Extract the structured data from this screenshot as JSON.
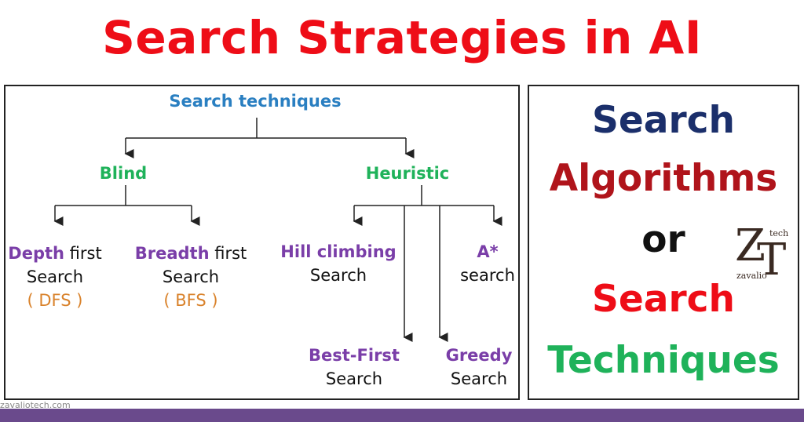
{
  "title": "Search Strategies in AI",
  "diagram": {
    "root": "Search techniques",
    "blind": "Blind",
    "heuristic": "Heuristic",
    "dfs": {
      "bold": "Depth",
      "rest": " first",
      "line2": "Search",
      "abbr": "( DFS )"
    },
    "bfs": {
      "bold": "Breadth",
      "rest": " first",
      "line2": "Search",
      "abbr": "( BFS )"
    },
    "hill": {
      "bold": "Hill climbing",
      "line2": "Search"
    },
    "astar": {
      "bold": "A*",
      "line2": "search"
    },
    "bestfirst": {
      "bold": "Best-First",
      "line2": "Search"
    },
    "greedy": {
      "bold": "Greedy",
      "line2": "Search"
    }
  },
  "side_panel": {
    "line1": "Search",
    "line2": "Algorithms",
    "line3": "or",
    "line4": "Search",
    "line5": "Techniques"
  },
  "logo": {
    "letters_z": "Z",
    "letters_t": "T",
    "top_word": "tech",
    "bottom_word": "zavalio"
  },
  "watermark": "zavaliotech.com",
  "colors": {
    "title_red": "#ee0d17",
    "root_blue": "#2a7fc1",
    "category_green": "#1fb25a",
    "leaf_purple": "#7a3ea8",
    "abbr_orange": "#d9822b",
    "navy": "#1b2f6b",
    "dark_red": "#b0141b",
    "bottom_bar": "#6a4a8c"
  }
}
